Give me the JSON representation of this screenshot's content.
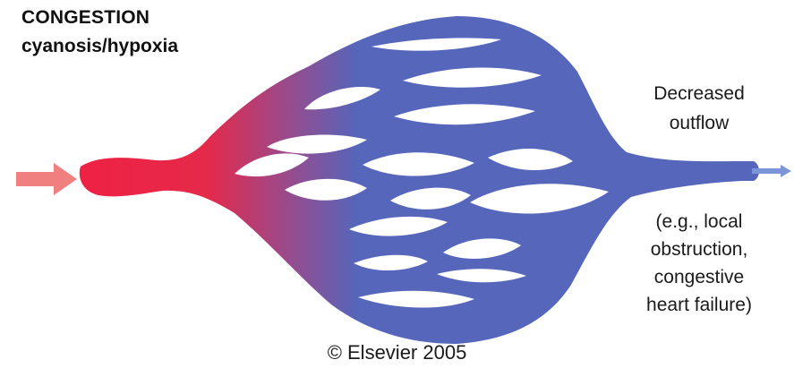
{
  "title": "CONGESTION",
  "subtitle": "cyanosis/hypoxia",
  "outflow_label": [
    "Decreased",
    "outflow"
  ],
  "causes_label": [
    "(e.g., local",
    "obstruction,",
    "congestive",
    "heart failure)"
  ],
  "copyright": "© Elsevier 2005",
  "colors": {
    "arterial": "#ee2244",
    "venous": "#5566bb",
    "inflow_arrow": "#f08080",
    "outflow_arrow": "#7a96d8"
  }
}
